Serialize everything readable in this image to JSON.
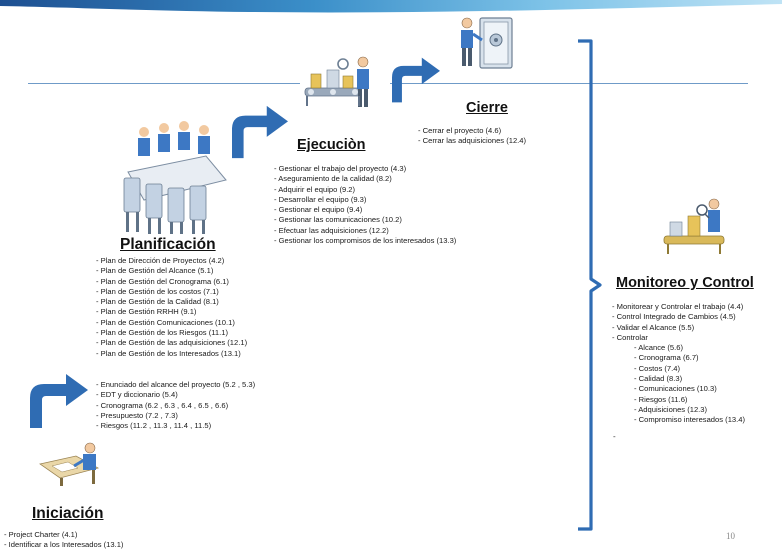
{
  "colors": {
    "accent": "#3d6fb8",
    "arrow": "#2f6cb3",
    "line": "#6f9bc8"
  },
  "iniciacion": {
    "title": "Iniciación",
    "icon": "desk-worker-icon",
    "items": [
      "Project Charter (4.1)",
      "Identificar a los Interesados (13.1)"
    ]
  },
  "scope_block": {
    "items": [
      "Enunciado del alcance del proyecto (5.2 , 5.3)",
      "EDT y diccionario (5.4)",
      "Cronograma (6.2 , 6.3 , 6.4 , 6.5 , 6.6)",
      "Presupuesto (7.2 , 7.3)",
      "Riesgos (11.2 , 11.3 , 11.4 , 11.5)"
    ]
  },
  "planificacion": {
    "title": "Planificación",
    "icon": "meeting-table-icon",
    "items": [
      "Plan de Dirección de Proyectos (4.2)",
      "Plan de Gestión del Alcance (5.1)",
      "Plan de Gestión del Cronograma (6.1)",
      "Plan de Gestión de los costos (7.1)",
      "Plan de Gestión de la Calidad (8.1)",
      "Plan de Gestión RRHH (9.1)",
      "Plan de Gestión Comunicaciones (10.1)",
      "Plan de Gestión de los Riesgos (11.1)",
      "Plan de Gestión de las adquisiciones (12.1)",
      "Plan de Gestión de los Interesados (13.1)"
    ]
  },
  "ejecucion": {
    "title": "Ejecuciòn",
    "icon": "assembly-line-icon",
    "items": [
      "Gestionar el trabajo del proyecto (4.3)",
      "Aseguramiento de la calidad (8.2)",
      "Adquirir el equipo (9.2)",
      "Desarrollar el equipo (9.3)",
      "Gestionar el equipo (9.4)",
      "Gestionar las comunicaciones (10.2)",
      "Efectuar las adquisiciones (12.2)",
      "Gestionar los compromisos de los interesados (13.3)"
    ]
  },
  "cierre": {
    "title": "Cierre",
    "icon": "safe-vault-icon",
    "items": [
      "Cerrar el proyecto (4.6)",
      "Cerrar las adquisiciones (12.4)"
    ]
  },
  "monitoreo": {
    "title": "Monitoreo y Control",
    "icon": "inspector-icon",
    "items": [
      "Monitorear y Controlar el trabajo (4.4)",
      "Control Integrado de Cambios (4.5)",
      "Validar el Alcance (5.5)",
      "Controlar"
    ],
    "sub_items": [
      "Alcance (5.6)",
      "Cronograma (6.7)",
      "Costos (7.4)",
      "Calidad (8.3)",
      "Comunicaciones (10.3)",
      "Riesgos (11.6)",
      "Adquisiciones (12.3)",
      "Compromiso interesados (13.4)"
    ],
    "trailing": "-"
  },
  "page_number": "10"
}
